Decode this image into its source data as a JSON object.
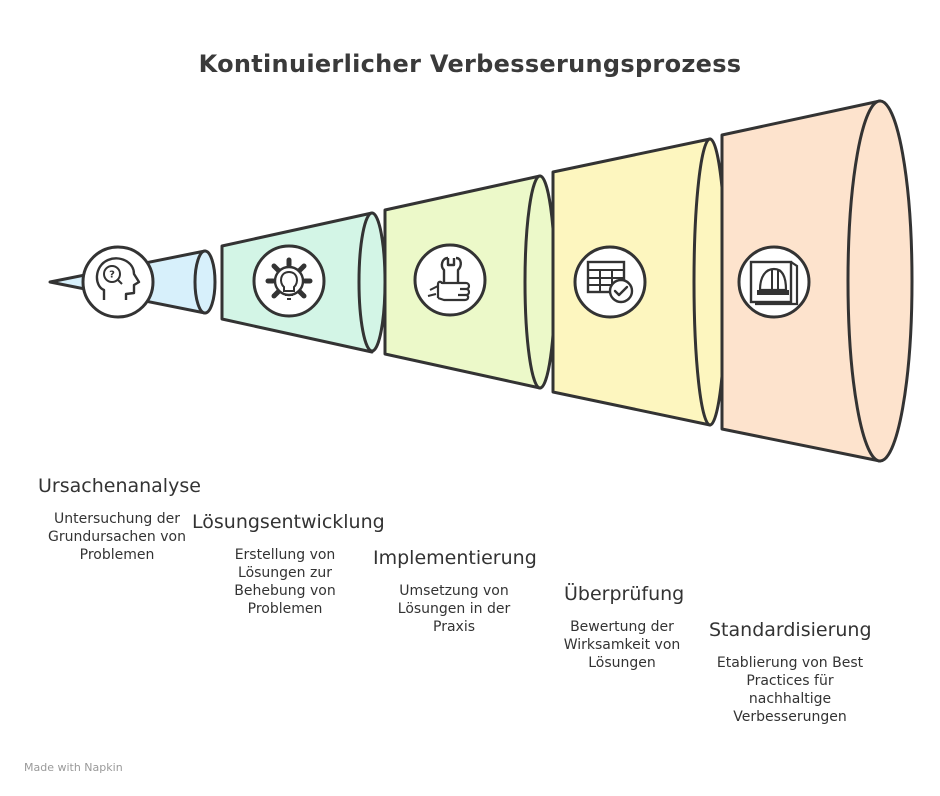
{
  "title": "Kontinuierlicher Verbesserungsprozess",
  "stages": [
    {
      "title": "Ursachenanalyse",
      "description": "Untersuchung der Grundursachen von Problemen",
      "icon": "question-head-icon",
      "color": "#d7f0fb"
    },
    {
      "title": "Lösungsentwicklung",
      "description": "Erstellung von Lösungen zur Behebung von Problemen",
      "icon": "gear-lightbulb-icon",
      "color": "#d3f5e6"
    },
    {
      "title": "Implementierung",
      "description": "Umsetzung von Lösungen in der Praxis",
      "icon": "wrench-hand-icon",
      "color": "#ecf9c9"
    },
    {
      "title": "Überprüfung",
      "description": "Bewertung der Wirksamkeit von Lösungen",
      "icon": "checklist-icon",
      "color": "#fdf6bf"
    },
    {
      "title": "Standardisierung",
      "description": "Etablierung von Best Practices für nachhaltige Verbesserungen",
      "icon": "blueprint-helmet-icon",
      "color": "#fde3cd"
    }
  ],
  "footer": "Made with Napkin"
}
